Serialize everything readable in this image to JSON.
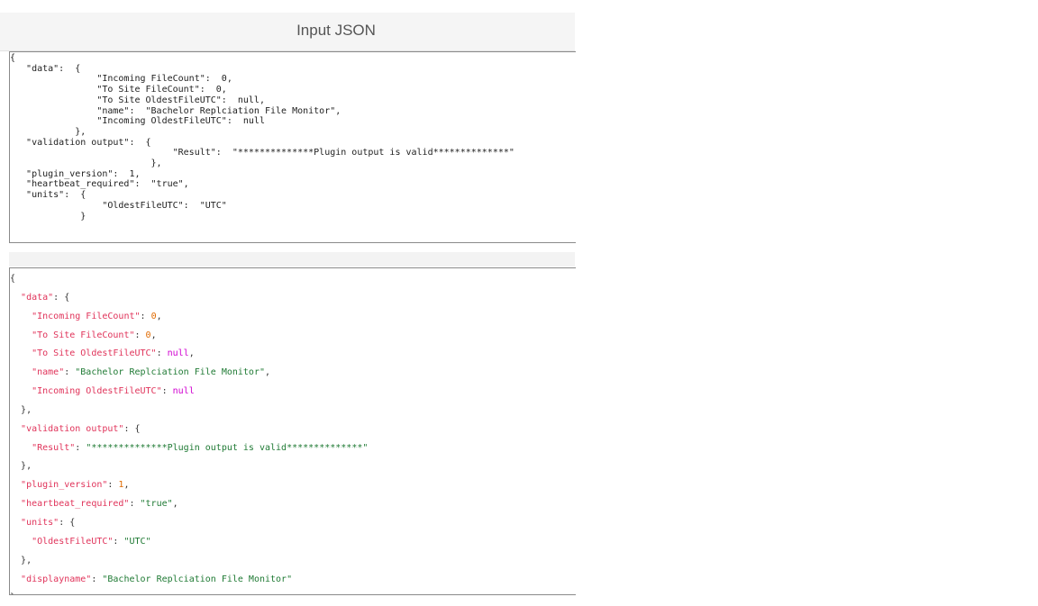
{
  "panel_title": "Input JSON",
  "input_json_text": "{\n   \"data\":  {\n                \"Incoming FileCount\":  0,\n                \"To Site FileCount\":  0,\n                \"To Site OldestFileUTC\":  null,\n                \"name\":  \"Bachelor Replciation File Monitor\",\n                \"Incoming OldestFileUTC\":  null\n            },\n   \"validation output\":  {\n                              \"Result\":  \"**************Plugin output is valid**************\"\n                          },\n   \"plugin_version\":  1,\n   \"heartbeat_required\":  \"true\",\n   \"units\":  {\n                 \"OldestFileUTC\":  \"UTC\"\n             }",
  "output": {
    "data_key": "\"data\"",
    "data_entries": [
      {
        "key": "\"Incoming FileCount\"",
        "value": "0",
        "type": "number"
      },
      {
        "key": "\"To Site FileCount\"",
        "value": "0",
        "type": "number"
      },
      {
        "key": "\"To Site OldestFileUTC\"",
        "value": "null",
        "type": "null"
      },
      {
        "key": "\"name\"",
        "value": "\"Bachelor Replciation File Monitor\"",
        "type": "string"
      },
      {
        "key": "\"Incoming OldestFileUTC\"",
        "value": "null",
        "type": "null"
      }
    ],
    "validation_key": "\"validation output\"",
    "result_key": "\"Result\"",
    "result_value": "\"**************Plugin output is valid**************\"",
    "plugin_version_key": "\"plugin_version\"",
    "plugin_version_value": "1",
    "heartbeat_key": "\"heartbeat_required\"",
    "heartbeat_value": "\"true\"",
    "units_key": "\"units\"",
    "oldest_key": "\"OldestFileUTC\"",
    "oldest_value": "\"UTC\"",
    "displayname_key": "\"displayname\"",
    "displayname_value": "\"Bachelor Replciation File Monitor\""
  }
}
